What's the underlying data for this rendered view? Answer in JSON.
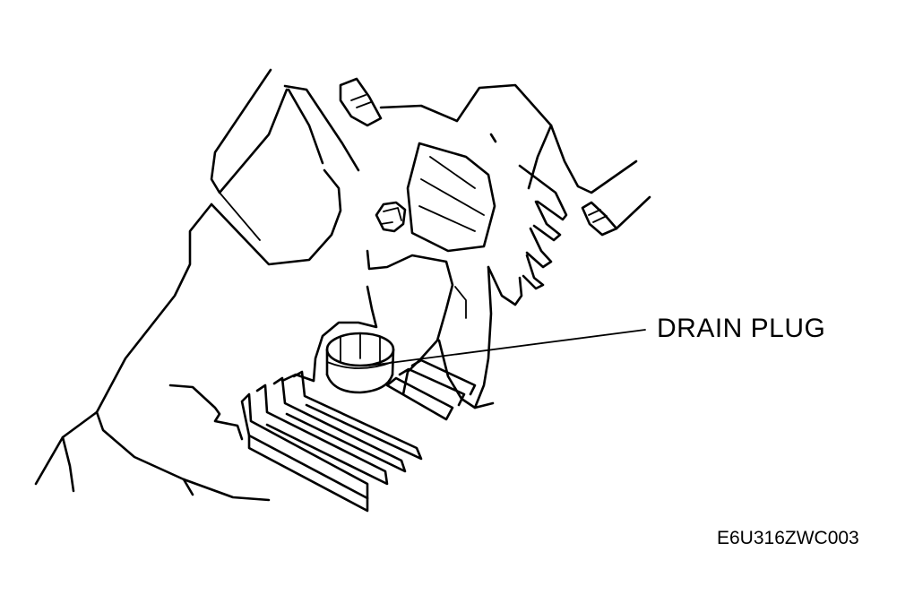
{
  "diagram": {
    "callout": {
      "text": "DRAIN PLUG",
      "target": "drain-plug"
    },
    "figure_code": "E6U316ZWC003"
  },
  "colors": {
    "line": "#000000",
    "background": "#ffffff"
  }
}
